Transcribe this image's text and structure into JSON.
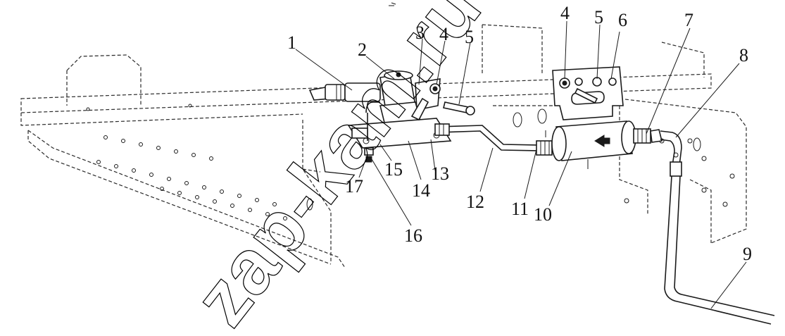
{
  "diagram": {
    "callouts": [
      "1",
      "2",
      "3",
      "4",
      "5",
      "6",
      "7",
      "8",
      "9",
      "10",
      "11",
      "12",
      "13",
      "14",
      "15",
      "16",
      "17",
      "4",
      "5"
    ],
    "watermark": "zap-kam.ru",
    "stroke_color": "#1a1a1a",
    "frame_color": "#2a2a2a",
    "watermark_color": "#000000"
  }
}
